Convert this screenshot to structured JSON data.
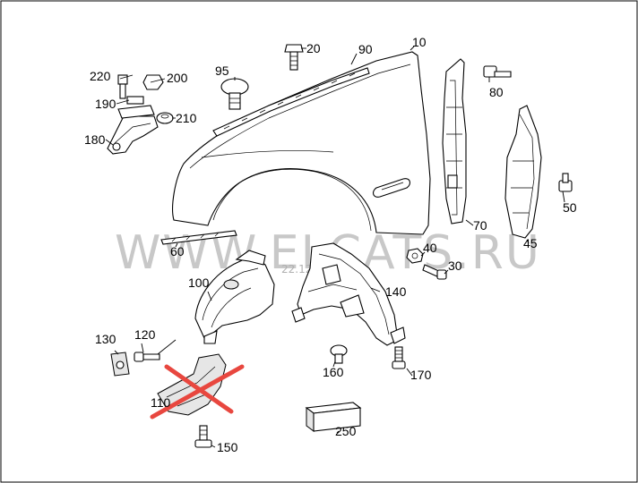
{
  "colors": {
    "watermark": "#c8c8c8",
    "cross": "#e8473f",
    "line": "#000000"
  },
  "watermark": {
    "text": "WWW.ELCATS.RU",
    "date": "22.12"
  },
  "labels": {
    "p10": "10",
    "p20": "20",
    "p30": "30",
    "p40": "40",
    "p45": "45",
    "p50": "50",
    "p60": "60",
    "p70": "70",
    "p80": "80",
    "p90": "90",
    "p95": "95",
    "p100": "100",
    "p110": "110",
    "p120": "120",
    "p130": "130",
    "p140": "140",
    "p150": "150",
    "p160": "160",
    "p170": "170",
    "p180": "180",
    "p190": "190",
    "p200": "200",
    "p210": "210",
    "p220": "220",
    "p250": "250"
  }
}
